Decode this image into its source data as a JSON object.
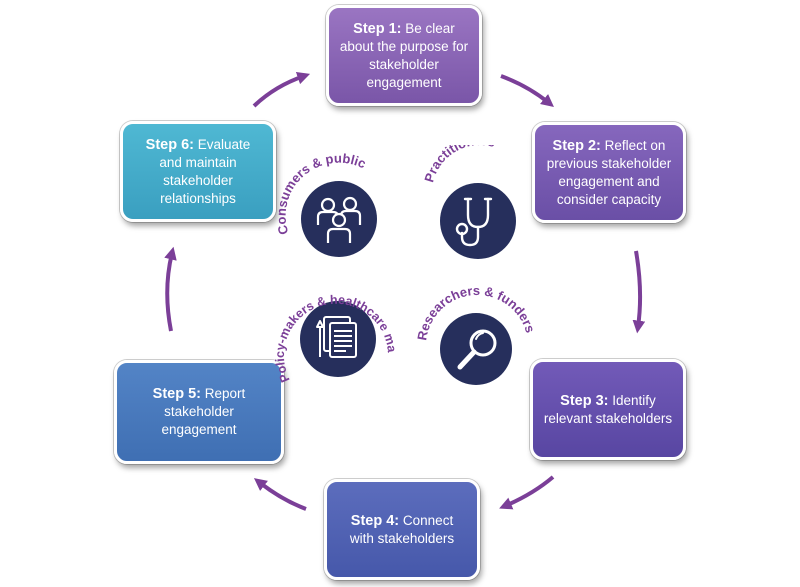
{
  "steps": [
    {
      "number": "Step 1:",
      "text": "Be clear about the purpose for stakeholder engagement",
      "color": "#8966b5"
    },
    {
      "number": "Step 2:",
      "text": "Reflect on previous stakeholder engagement and consider capacity",
      "color": "#7559b0"
    },
    {
      "number": "Step 3:",
      "text": "Identify relevant stakeholders",
      "color": "#6350ad"
    },
    {
      "number": "Step 4:",
      "text": "Connect with stakeholders",
      "color": "#5062b3"
    },
    {
      "number": "Step 5:",
      "text": "Report stakeholder engagement",
      "color": "#4a7abd"
    },
    {
      "number": "Step 6:",
      "text": "Evaluate and maintain stakeholder relationships",
      "color": "#45acc9"
    }
  ],
  "stakeholders": {
    "consumers": {
      "label": "Consumers & public",
      "icon": "people-icon"
    },
    "practitioners": {
      "label": "Practitioners",
      "icon": "stethoscope-icon"
    },
    "policy": {
      "label": "Policy-makers & healthcare managers",
      "icon": "document-icon"
    },
    "researchers": {
      "label": "Researchers & funders",
      "icon": "magnifier-icon"
    }
  },
  "colors": {
    "arrow": "#7b3f98",
    "circle": "#262f5c",
    "label": "#7b3f98"
  }
}
